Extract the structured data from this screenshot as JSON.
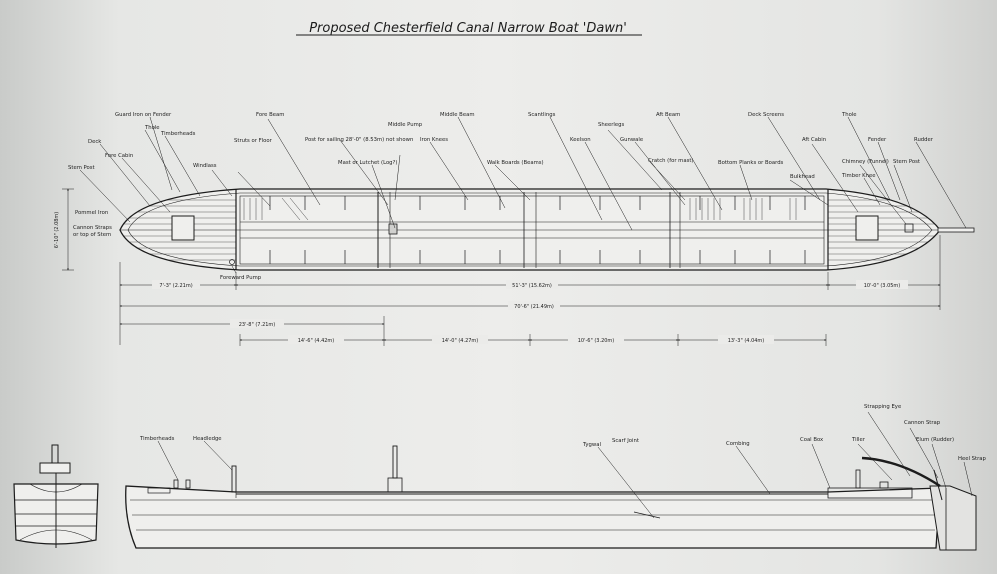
{
  "title": "Proposed  Chesterfield Canal Narrow Boat 'Dawn'",
  "colors": {
    "ink": "#1c1c1c",
    "paper": "#ebebe9"
  },
  "plan_labels": {
    "guard_iron": "Guard Iron on Fender",
    "thole": "Thole",
    "timberheads": "Timberheads",
    "deck": "Deck",
    "fore_cabin": "Fore Cabin",
    "stem_post": "Stem Post",
    "windlass": "Windlass",
    "pommel_iron": "Pommel Iron",
    "cannon_straps": "Cannon Straps",
    "top_of_stem": "or top of Stem",
    "fore_beam": "Fore Beam",
    "struts_or_floor": "Struts or Floor",
    "mast_footing": "Post for sailing 28'-0\" (8.53m) not shown",
    "middle_pump": "Middle Pump",
    "mast_lutchet": "Mast or Lutchet (Log?)",
    "iron_knees": "Iron Knees",
    "middle_beam": "Middle Beam",
    "walk_boards": "Walk Boards (Beams)",
    "scantlings": "Scantlings",
    "keelson": "Keelson",
    "sheerlegs": "Sheerlegs",
    "gunwale": "Gunwale",
    "cratch": "Cratch (for mast)",
    "aft_beam": "Aft Beam",
    "bottom_planks": "Bottom Planks or Boards",
    "deck_screens": "Deck Screens",
    "bulkhead": "Bulkhead",
    "aft_cabin": "Aft Cabin",
    "thole_aft": "Thole",
    "fender": "Fender",
    "rudder": "Rudder",
    "chimney": "Chimney (Funnel)",
    "stern_post": "Stern Post",
    "timber_knee": "Timber Knee",
    "foreward_pump": "Foreward Pump"
  },
  "plan_dims": {
    "fore": "7'-3\" (2.21m)",
    "middle": "51'-3\" (15.62m)",
    "aft": "10'-0\" (3.05m)",
    "overall": "70'-6\" (21.49m)",
    "beam": "6'-10\" (2.08m)",
    "to_mast": "23'-8\" (7.21m)",
    "hold1": "14'-6\" (4.42m)",
    "hold2": "14'-0\" (4.27m)",
    "hold3": "10'-6\" (3.20m)",
    "hold4": "13'-3\" (4.04m)"
  },
  "elevation_labels": {
    "timberheads": "Timberheads",
    "headledge": "Headledge",
    "tygwal": "Tygwal",
    "scarf_joint": "Scarf Joint",
    "combing": "Combing",
    "coal_box": "Coal Box",
    "strapping_eye": "Strapping Eye",
    "cannon_strap": "Cannon Strap",
    "tiller": "Tiller",
    "elum": "Elum (Rudder)",
    "heel_strap": "Heel Strap"
  }
}
